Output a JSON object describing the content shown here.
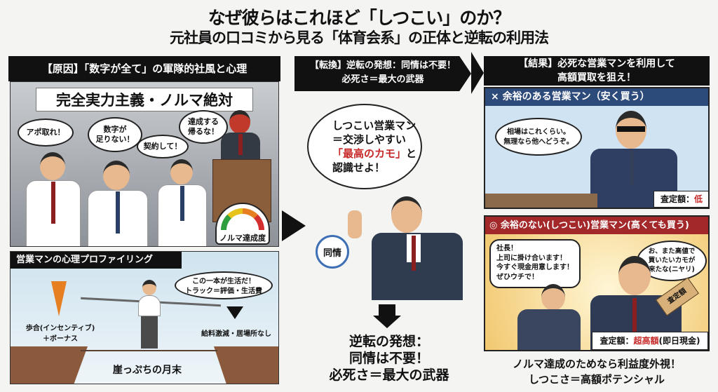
{
  "title": "なぜ彼らはこれほど「しつこい」のか？",
  "subtitle": "元社員の口コミから見る「体育会系」の正体と逆転の利用法",
  "left": {
    "header": "【原因】「数字が全て」の軍隊的社風と心理",
    "banner": "完全実力主義・ノルマ絶対",
    "bubbles": [
      "アポ取れ！",
      "数字が\n足りない！",
      "契約して！",
      "達成する\n帰るな！"
    ],
    "gauge_label": "ノルマ達成度",
    "profile": {
      "header": "営業マンの心理プロファイリング",
      "thought": "この一本が生活だ！\nトラック＝評価・生活費",
      "left_label": "歩合(インセンティブ)\n＋ボーナス",
      "right_label": "給料激減・居場所なし",
      "bottom_label": "崖っぷちの月末"
    }
  },
  "middle": {
    "header": "【転換】逆転の発想：同情は不要！\n必死さ＝最大の武器",
    "bubble_line1": "しつこい営業マン",
    "bubble_line2": "＝交渉しやすい",
    "bubble_highlight": "「最高のカモ」",
    "bubble_line3_suffix": "と",
    "bubble_line4": "認識せよ！",
    "sympathy_badge": "同情",
    "conclusion": "逆転の発想：\n同情は不要！\n必死さ＝最大の武器"
  },
  "right": {
    "header": "【結果】必死な営業マンを利用して\n高額買取を狙え！",
    "panel1": {
      "header": "× 余裕のある営業マン（安く買う）",
      "bubble": "相場はこれくらい。\n無理なら他へどうぞ。",
      "price_label": "査定額：",
      "price_value": "低",
      "color": "#2c4a7a"
    },
    "panel2": {
      "header": "◎ 余裕のない(しつこい)営業マン(高くても買う)",
      "bubble_left": "社長！\n上司に掛け合います！\n今すぐ現金用意します！\nぜひウチで！",
      "bubble_right": "お、また高値で\n買いたいカモが\n来たな(ニヤリ)",
      "tag": "査定額",
      "price_label": "査定額：",
      "price_value": "超高額",
      "price_suffix": "(即日現金)",
      "color": "#a3282a"
    },
    "conclusion_line1": "ノルマ達成のためなら利益度外視！",
    "conclusion_line2": "しつこさ＝高額ポテンシャル"
  },
  "colors": {
    "accent_red": "#c62828",
    "black": "#111111"
  }
}
